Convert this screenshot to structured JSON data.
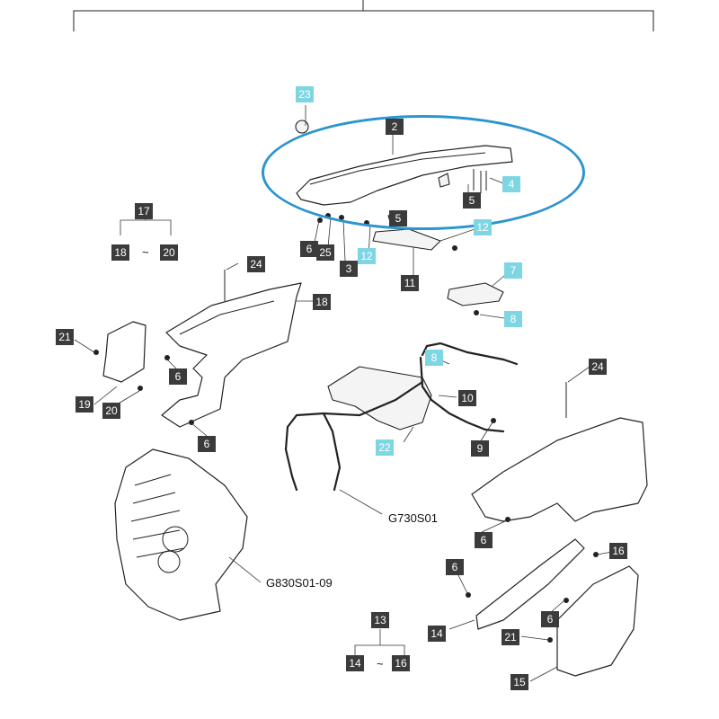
{
  "callouts": {
    "c23": "23",
    "c2": "2",
    "c4": "4",
    "c5a": "5",
    "c5b": "5",
    "c12a": "12",
    "c12b": "12",
    "c6a": "6",
    "c25": "25",
    "c3": "3",
    "c11": "11",
    "c7": "7",
    "c8a": "8",
    "c17": "17",
    "c18a": "18",
    "c20a": "20",
    "c24a": "24",
    "c18b": "18",
    "c21a": "21",
    "c6b": "6",
    "c19": "19",
    "c20b": "20",
    "c6c": "6",
    "c8b": "8",
    "c10": "10",
    "c22": "22",
    "c9": "9",
    "c24b": "24",
    "c6d": "6",
    "c6e": "6",
    "c16": "16",
    "c6f": "6",
    "c14a": "14",
    "c13": "13",
    "c21b": "21",
    "c14b": "14",
    "c16b": "16",
    "c15": "15"
  },
  "group_separator": "~",
  "references": {
    "wiring": "G730S01",
    "front_grille": "G830S01-09"
  },
  "highlight_color": "#2b95cf",
  "accent_label_color": "#7fd6e3",
  "label_color": "#3b3b3b"
}
